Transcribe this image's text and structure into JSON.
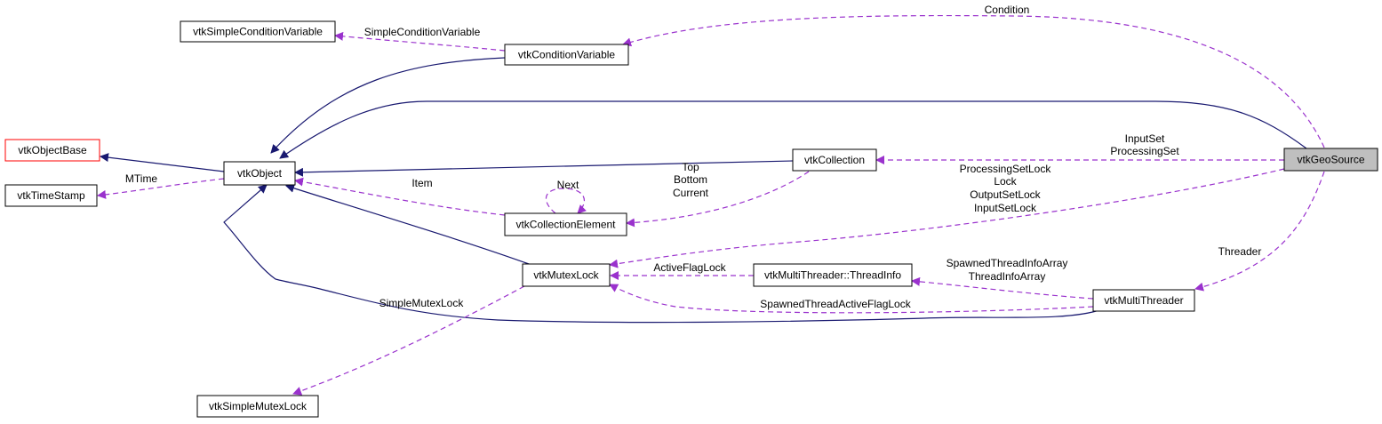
{
  "colors": {
    "inherit_edge": "#191970",
    "usage_edge": "#9a32cd",
    "focus_fill": "#bfbfbf",
    "red_border": "#ff0000"
  },
  "nodes": {
    "vtkGeoSource": "vtkGeoSource",
    "vtkSimpleConditionVariable": "vtkSimpleConditionVariable",
    "vtkConditionVariable": "vtkConditionVariable",
    "vtkObjectBase": "vtkObjectBase",
    "vtkObject": "vtkObject",
    "vtkTimeStamp": "vtkTimeStamp",
    "vtkCollection": "vtkCollection",
    "vtkCollectionElement": "vtkCollectionElement",
    "vtkMutexLock": "vtkMutexLock",
    "vtkMultiThreaderThreadInfo": "vtkMultiThreader::ThreadInfo",
    "vtkMultiThreader": "vtkMultiThreader",
    "vtkSimpleMutexLock": "vtkSimpleMutexLock"
  },
  "edge_labels": {
    "condition": "Condition",
    "simple_condition_variable": "SimpleConditionVariable",
    "mtime": "MTime",
    "item": "Item",
    "next": "Next",
    "top": "Top",
    "bottom": "Bottom",
    "current": "Current",
    "input_set": "InputSet",
    "processing_set": "ProcessingSet",
    "processing_set_lock": "ProcessingSetLock",
    "lock": "Lock",
    "output_set_lock": "OutputSetLock",
    "input_set_lock": "InputSetLock",
    "threader": "Threader",
    "active_flag_lock": "ActiveFlagLock",
    "spawned_thread_info_array": "SpawnedThreadInfoArray",
    "thread_info_array": "ThreadInfoArray",
    "spawned_thread_active_flag_lock": "SpawnedThreadActiveFlagLock",
    "simple_mutex_lock": "SimpleMutexLock"
  }
}
